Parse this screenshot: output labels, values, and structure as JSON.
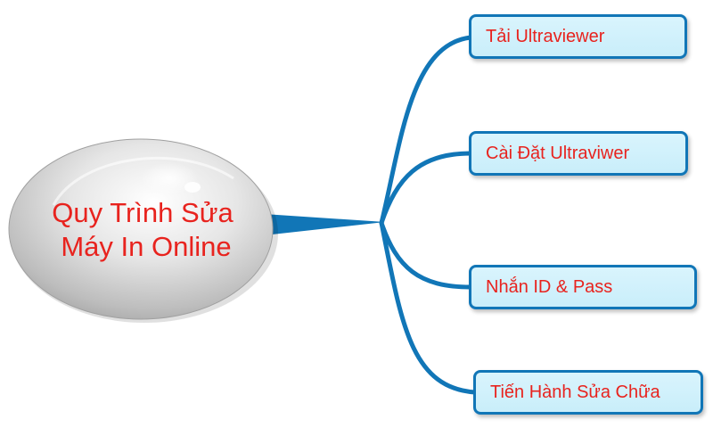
{
  "center": {
    "line1": "Quy Trình Sửa",
    "line2": "Máy In Online"
  },
  "branches": [
    {
      "label": "Tải Ultraviewer"
    },
    {
      "label": "Cài Đặt Ultraviwer"
    },
    {
      "label": "Nhắn ID & Pass"
    },
    {
      "label": "Tiến Hành Sửa Chữa"
    }
  ],
  "colors": {
    "connector": "#1176b7",
    "text": "#e8231e",
    "box_fill": "#d0f1fb"
  }
}
